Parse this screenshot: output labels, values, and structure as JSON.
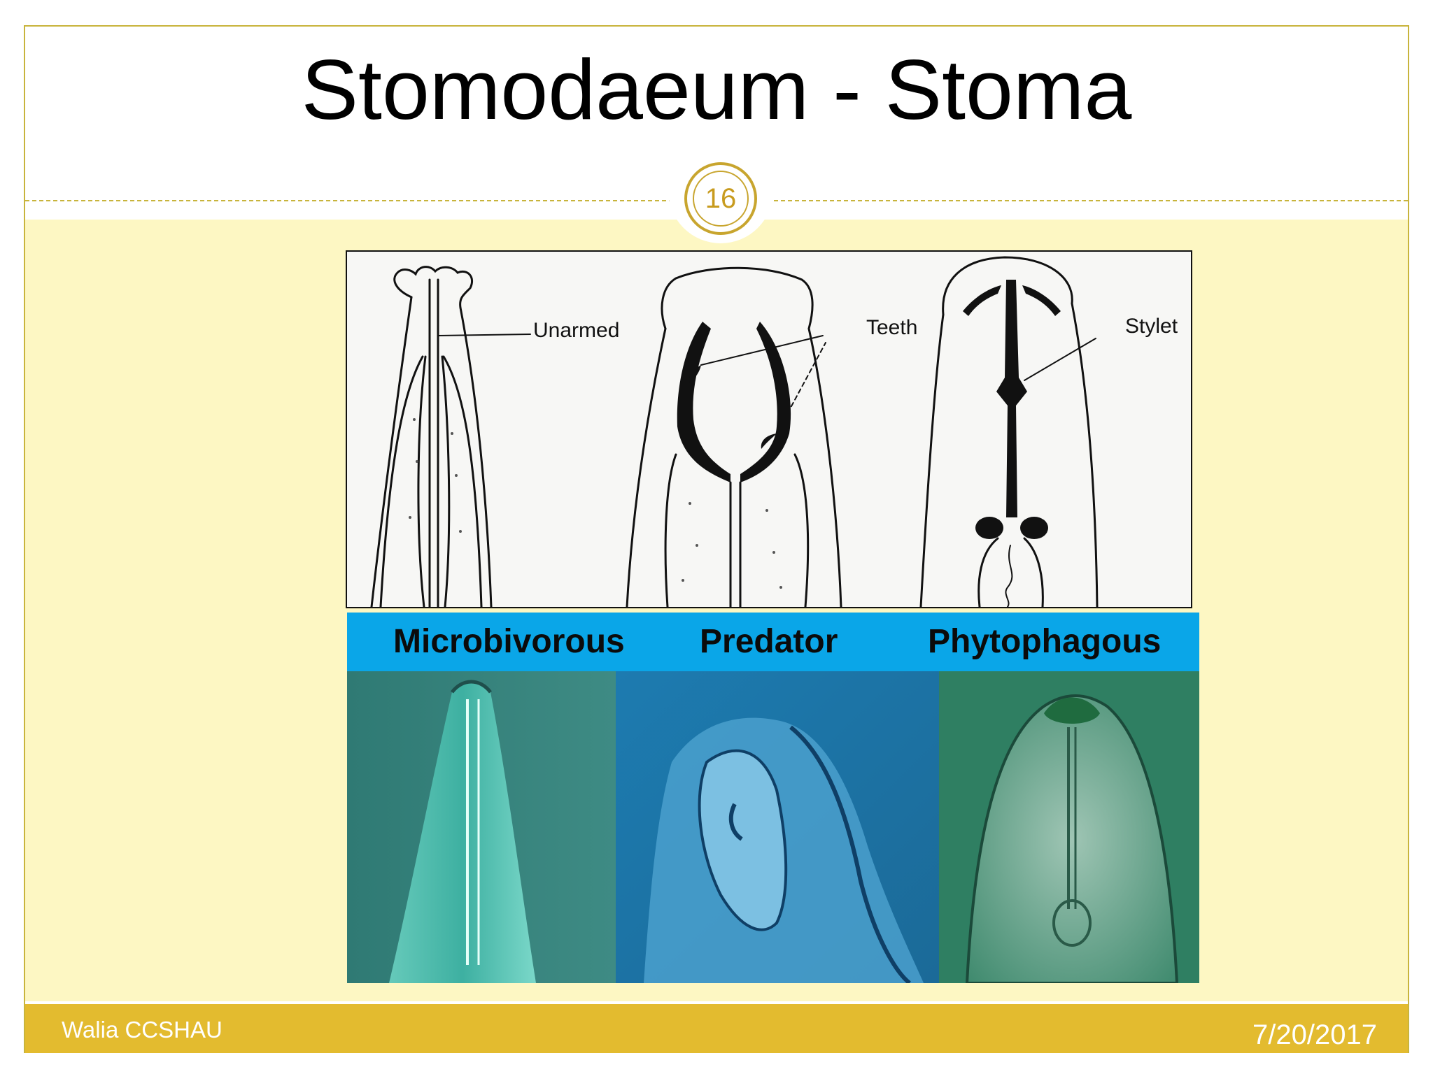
{
  "slide": {
    "title": "Stomodaeum - Stoma",
    "page_number": "16"
  },
  "diagram": {
    "labels": {
      "unarmed": "Unarmed",
      "teeth": "Teeth",
      "stylet": "Stylet"
    }
  },
  "categories": {
    "microbivorous": "Microbivorous",
    "predator": "Predator",
    "phytophagous": "Phytophagous"
  },
  "footer": {
    "author": "Walia CCSHAU",
    "date": "7/20/2017"
  },
  "colors": {
    "accent_gold": "#e3bb2f",
    "content_bg": "#fdf7c3",
    "label_bar": "#0aa6e8"
  }
}
